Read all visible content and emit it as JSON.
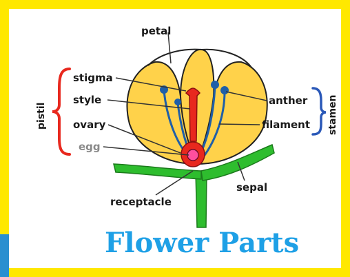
{
  "title": "Flower Parts",
  "labels": {
    "petal": "petal",
    "stigma": "stigma",
    "style": "style",
    "ovary": "ovary",
    "egg": "egg",
    "anther": "anther",
    "filament": "filament",
    "sepal": "sepal",
    "receptacle": "receptacle"
  },
  "groups": {
    "pistil": "pistil",
    "stamen": "stamen"
  },
  "colors": {
    "frame": "#ffe800",
    "petal_fill": "#ffd24a",
    "petal_outline": "#222222",
    "pistil_red": "#e8281e",
    "stamen_blue": "#1f5fa8",
    "stem_green": "#2ebd2e",
    "egg_pink": "#ff4f9f",
    "title_blue": "#1ea0e6",
    "pistil_bracket": "#e8281e",
    "stamen_bracket": "#2a58b8"
  }
}
